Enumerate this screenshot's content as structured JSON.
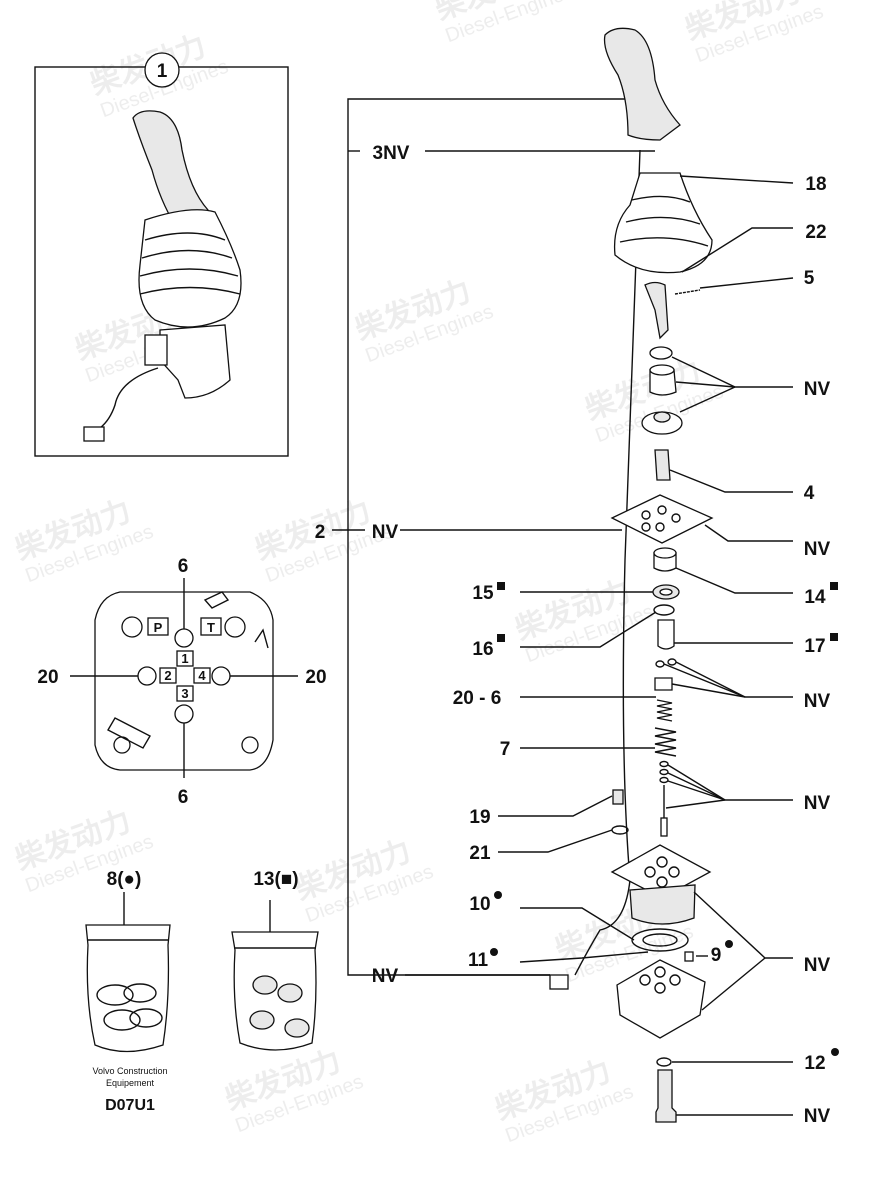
{
  "drawing": {
    "id": "D07U1",
    "maker_line1": "Volvo Construction",
    "maker_line2": "Equipement"
  },
  "watermark": {
    "brand": "柴发动力",
    "brand_en": "Diesel-Engines"
  },
  "callouts": {
    "c1": "1",
    "c3nv": "3NV",
    "c18": "18",
    "c22": "22",
    "c5": "5",
    "c_nv_top": "NV",
    "c4": "4",
    "c2": "2",
    "c2nv": "NV",
    "c_nv_plate": "NV",
    "c15": "15",
    "c14": "14",
    "c16": "16",
    "c17": "17",
    "c20_6": "20 - 6",
    "c_nv_mid": "NV",
    "c7": "7",
    "c_nv_pins": "NV",
    "c19": "19",
    "c21": "21",
    "c10": "10",
    "c9": "9",
    "c11": "11",
    "c_nv_base": "NV",
    "c_nv_left": "NV",
    "c12": "12",
    "c_nv_bottom": "NV"
  },
  "port_view": {
    "top": "6",
    "bottom": "6",
    "left": "20",
    "right": "20",
    "p": "P",
    "t": "T",
    "n1": "1",
    "n2": "2",
    "n3": "3",
    "n4": "4"
  },
  "kits": {
    "k8": "8(●)",
    "k13": "13(■)"
  }
}
